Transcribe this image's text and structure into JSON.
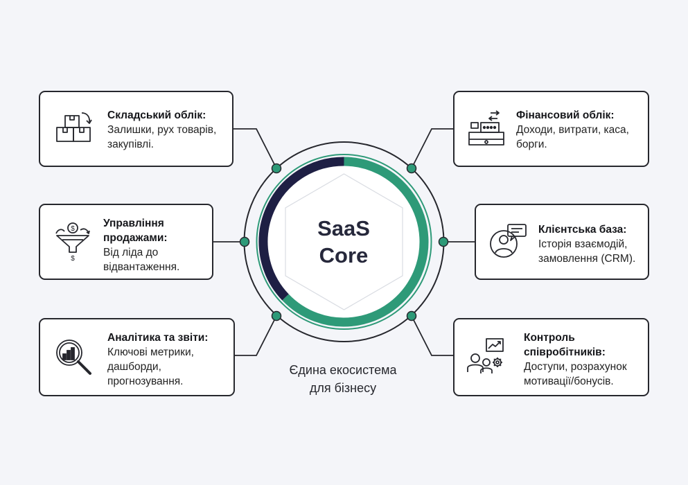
{
  "core": {
    "line1": "SaaS",
    "line2": "Core",
    "subtitle_line1": "Єдина екосистема",
    "subtitle_line2": "для бізнесу"
  },
  "colors": {
    "accent_green": "#2e9a78",
    "accent_navy": "#1e1f44",
    "outline": "#26272d",
    "background": "#f4f5f9"
  },
  "modules": [
    {
      "id": "warehouse",
      "title": "Складський облік:",
      "desc_lines": [
        "Залишки, рух товарів,",
        "закупівлі."
      ],
      "icon": "boxes-icon"
    },
    {
      "id": "sales",
      "title_lines": [
        "Управління",
        "продажами:"
      ],
      "desc_lines": [
        "Від ліда до",
        "відвантаження."
      ],
      "icon": "sales-funnel-icon"
    },
    {
      "id": "analytics",
      "title": "Аналітика та звіти:",
      "desc_lines": [
        "Ключові метрики,",
        "дашборди,",
        "прогнозування."
      ],
      "icon": "magnifier-chart-icon"
    },
    {
      "id": "finance",
      "title": "Фінансовий облік:",
      "desc_lines": [
        "Доходи, витрати, каса,",
        "борги."
      ],
      "icon": "cash-register-icon"
    },
    {
      "id": "clients",
      "title": "Клієнтська база:",
      "desc_lines": [
        "Історія взаємодій,",
        "замовлення (CRM)."
      ],
      "icon": "client-chat-icon"
    },
    {
      "id": "staff",
      "title_lines": [
        "Контроль",
        "співробітників:"
      ],
      "desc_lines": [
        "Доступи, розрахунок",
        "мотивації/бонусів."
      ],
      "icon": "team-gear-icon"
    }
  ]
}
